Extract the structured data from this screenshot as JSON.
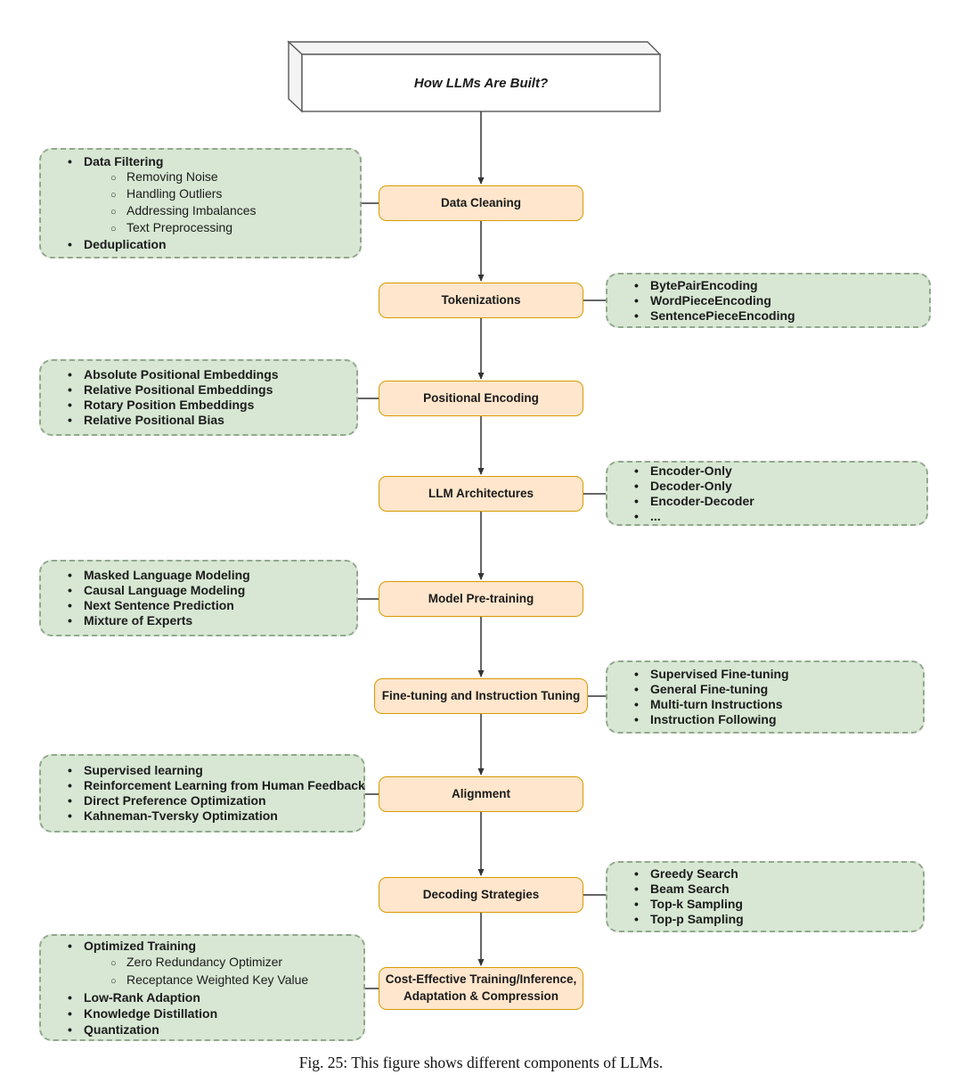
{
  "figure": {
    "title": "How LLMs Are Built?",
    "caption": "Fig. 25: This figure shows different components of LLMs."
  },
  "icons": {
    "disc_bullet": "•",
    "circle_bullet": "○"
  },
  "colors": {
    "node_fill": "#ffe6cc",
    "node_border": "#d79b00",
    "panel_fill": "#d7e7d3",
    "panel_border": "#93a78f",
    "connector": "#333333",
    "cube_face": "#ffffff",
    "cube_side": "#f4f4f4",
    "cube_stroke": "#595959"
  },
  "flow": [
    {
      "label": "Data Cleaning",
      "side": "left",
      "details": [
        {
          "text": "Data Filtering",
          "bold": true,
          "sub": false
        },
        {
          "text": "Removing Noise",
          "bold": false,
          "sub": true
        },
        {
          "text": "Handling Outliers",
          "bold": false,
          "sub": true
        },
        {
          "text": "Addressing Imbalances",
          "bold": false,
          "sub": true
        },
        {
          "text": "Text Preprocessing",
          "bold": false,
          "sub": true
        },
        {
          "text": "Deduplication",
          "bold": true,
          "sub": false
        }
      ]
    },
    {
      "label": "Tokenizations",
      "side": "right",
      "details": [
        {
          "text": "BytePairEncoding",
          "bold": true,
          "sub": false
        },
        {
          "text": "WordPieceEncoding",
          "bold": true,
          "sub": false
        },
        {
          "text": "SentencePieceEncoding",
          "bold": true,
          "sub": false
        }
      ]
    },
    {
      "label": "Positional Encoding",
      "side": "left",
      "details": [
        {
          "text": "Absolute Positional Embeddings",
          "bold": true,
          "sub": false
        },
        {
          "text": "Relative Positional Embeddings",
          "bold": true,
          "sub": false
        },
        {
          "text": "Rotary Position Embeddings",
          "bold": true,
          "sub": false
        },
        {
          "text": "Relative Positional Bias",
          "bold": true,
          "sub": false
        }
      ]
    },
    {
      "label": "LLM Architectures",
      "side": "right",
      "details": [
        {
          "text": "Encoder-Only",
          "bold": true,
          "sub": false
        },
        {
          "text": "Decoder-Only",
          "bold": true,
          "sub": false
        },
        {
          "text": "Encoder-Decoder",
          "bold": true,
          "sub": false
        },
        {
          "text": "...",
          "bold": true,
          "sub": false
        }
      ]
    },
    {
      "label": "Model Pre-training",
      "side": "left",
      "details": [
        {
          "text": "Masked Language Modeling",
          "bold": true,
          "sub": false
        },
        {
          "text": "Causal Language Modeling",
          "bold": true,
          "sub": false
        },
        {
          "text": "Next Sentence Prediction",
          "bold": true,
          "sub": false
        },
        {
          "text": "Mixture of Experts",
          "bold": true,
          "sub": false
        }
      ]
    },
    {
      "label": "Fine-tuning and Instruction Tuning",
      "side": "right",
      "details": [
        {
          "text": "Supervised Fine-tuning",
          "bold": true,
          "sub": false
        },
        {
          "text": "General Fine-tuning",
          "bold": true,
          "sub": false
        },
        {
          "text": "Multi-turn Instructions",
          "bold": true,
          "sub": false
        },
        {
          "text": "Instruction Following",
          "bold": true,
          "sub": false
        }
      ]
    },
    {
      "label": "Alignment",
      "side": "left",
      "details": [
        {
          "text": "Supervised learning",
          "bold": true,
          "sub": false
        },
        {
          "text": "Reinforcement Learning from Human Feedback",
          "bold": true,
          "sub": false
        },
        {
          "text": "Direct Preference Optimization",
          "bold": true,
          "sub": false
        },
        {
          "text": "Kahneman-Tversky Optimization",
          "bold": true,
          "sub": false
        }
      ]
    },
    {
      "label": "Decoding Strategies",
      "side": "right",
      "details": [
        {
          "text": "Greedy Search",
          "bold": true,
          "sub": false
        },
        {
          "text": "Beam Search",
          "bold": true,
          "sub": false
        },
        {
          "text": "Top-k Sampling",
          "bold": true,
          "sub": false
        },
        {
          "text": "Top-p Sampling",
          "bold": true,
          "sub": false
        }
      ]
    },
    {
      "label": "Cost-Effective Training/Inference,\nAdaptation & Compression",
      "side": "left",
      "details": [
        {
          "text": "Optimized Training",
          "bold": true,
          "sub": false
        },
        {
          "text": "Zero Redundancy Optimizer",
          "bold": false,
          "sub": true
        },
        {
          "text": "Receptance Weighted Key Value",
          "bold": false,
          "sub": true
        },
        {
          "text": "Low-Rank Adaption",
          "bold": true,
          "sub": false
        },
        {
          "text": "Knowledge Distillation",
          "bold": true,
          "sub": false
        },
        {
          "text": "Quantization",
          "bold": true,
          "sub": false
        }
      ]
    }
  ]
}
